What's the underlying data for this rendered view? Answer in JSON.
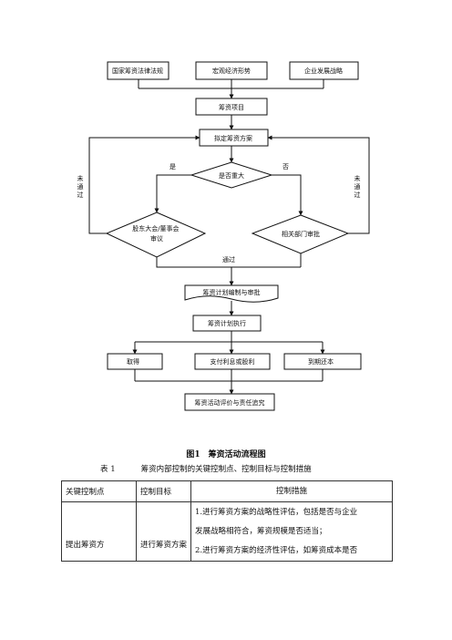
{
  "flowchart": {
    "nodes": {
      "law": "国家筹资法律法规",
      "macro": "宏观经济形势",
      "strategy": "企业发展战略",
      "project": "筹资项目",
      "plan": "拟定筹资方案",
      "major": "是否重大",
      "board": "股东大会/董事会审议",
      "dept": "相关部门审批",
      "compile": "筹资计划编制与审批",
      "execute": "筹资计划执行",
      "obtain": "取得",
      "pay": "支付利息或股利",
      "repay": "到期还本",
      "evaluate": "筹资活动评价与责任追究"
    },
    "labels": {
      "yes": "是",
      "no": "否",
      "fail_left": "未通过",
      "fail_right": "未通过",
      "pass": "通过"
    }
  },
  "figure_caption": "图1　筹资活动流程图",
  "table": {
    "number": "表 1",
    "title": "筹资内部控制的关键控制点、控制目标与控制措施",
    "headers": [
      "关键控制点",
      "控制目标",
      "控制措施"
    ],
    "row": {
      "point": "提出筹资方",
      "goal": "进行筹资方案",
      "measures": [
        "1.进行筹资方案的战略性评估，包括是否与企业",
        "发展战略相符合，筹资规模是否适当；",
        "2.进行筹资方案的经济性评估，如筹资成本是否"
      ]
    }
  }
}
